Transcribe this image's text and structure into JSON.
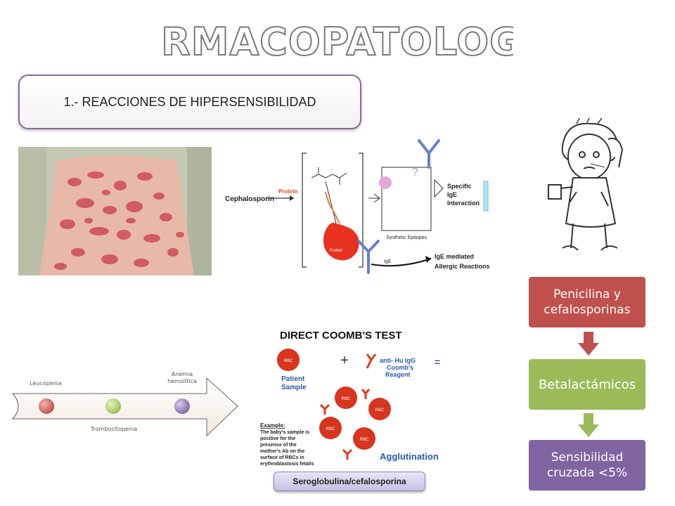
{
  "title": "FARMACOPATOLOGÍA",
  "subtitle": "1.- REACCIONES DE HIPERSENSIBILIDAD",
  "diagram": {
    "cephalosporin": "Cephalosporin",
    "protein": "Protein",
    "protein_lower": "Protein",
    "synthetic_epitopes": "Synthetic Epitopes",
    "specific_ige": "Specific",
    "specific_ige2": "IgE",
    "specific_ige3": "Interaction",
    "ige": "IgE",
    "ige_mediated": "IgE mediated",
    "allergic_reactions": "Allergic Reactions"
  },
  "timeline": {
    "items": [
      "Leucopenia",
      "Anemia hemolítica",
      "Trombocitopenia"
    ]
  },
  "coombs": {
    "title": "DIRECT  COOMB'S  TEST",
    "patient_sample": "Patient Sample",
    "reagent": "anti- Hu IgG Coomb's Reagent",
    "example_lead": "Example:",
    "example": "The baby's sample is positive for the presence of the mother's Ab on the surface of RBCs in erythroblastosis fetalis",
    "agglutination": "Agglutination",
    "rbc": "RBC"
  },
  "sero_label": "Seroglobulina/cefalosporina",
  "flow": {
    "box1": "Penicilina y cefalosporinas",
    "box2": "Betalactámicos",
    "box3": "Sensibilidad cruzada <5%"
  },
  "colors": {
    "flow1": "#c0504d",
    "flow2": "#9bbb59",
    "flow3": "#8064a2",
    "arrow1": "#c0504d",
    "arrow2": "#9bbb59"
  }
}
